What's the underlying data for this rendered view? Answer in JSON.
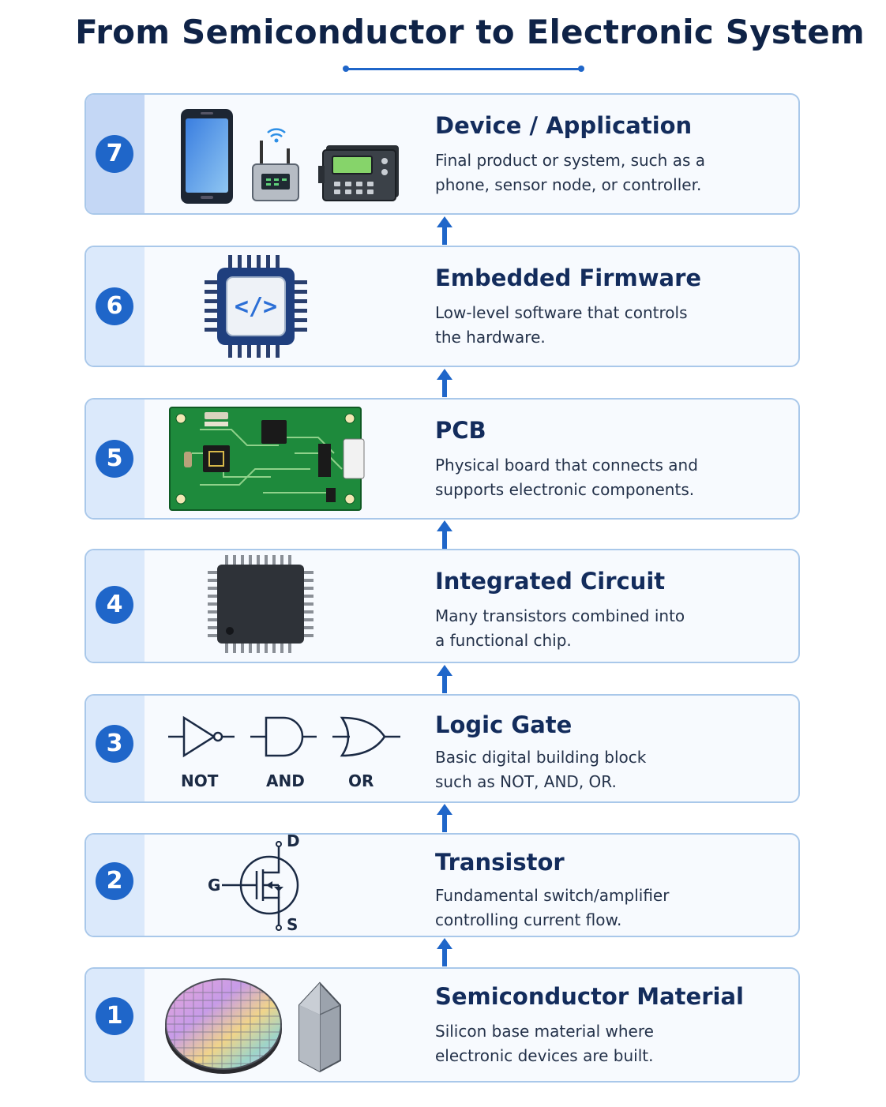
{
  "title": "From Semiconductor to Electronic System",
  "accent_color": "#1f66c9",
  "steps": [
    {
      "number": "7",
      "heading": "Device / Application",
      "desc_line1": "Final product or system, such as a",
      "desc_line2": "phone, sensor node, or controller.",
      "icons": [
        "smartphone-icon",
        "wireless-sensor-icon",
        "controller-icon"
      ]
    },
    {
      "number": "6",
      "heading": "Embedded Firmware",
      "desc_line1": "Low-level software that controls",
      "desc_line2": "the hardware.",
      "icons": [
        "firmware-chip-icon"
      ]
    },
    {
      "number": "5",
      "heading": "PCB",
      "desc_line1": "Physical board that connects and",
      "desc_line2": "supports electronic components.",
      "icons": [
        "pcb-board-icon"
      ]
    },
    {
      "number": "4",
      "heading": "Integrated Circuit",
      "desc_line1": "Many transistors combined into",
      "desc_line2": "a functional chip.",
      "icons": [
        "ic-chip-icon"
      ]
    },
    {
      "number": "3",
      "heading": "Logic Gate",
      "desc_line1": "Basic digital building block",
      "desc_line2": "such as NOT, AND, OR.",
      "icons": [
        "not-gate-icon",
        "and-gate-icon",
        "or-gate-icon"
      ],
      "gate_labels": [
        "NOT",
        "AND",
        "OR"
      ]
    },
    {
      "number": "2",
      "heading": "Transistor",
      "desc_line1": "Fundamental switch/amplifier",
      "desc_line2": "controlling current flow.",
      "icons": [
        "mosfet-symbol-icon"
      ],
      "terminals": [
        "G",
        "D",
        "S"
      ]
    },
    {
      "number": "1",
      "heading": "Semiconductor Material",
      "desc_line1": "Silicon base material where",
      "desc_line2": "electronic devices are built.",
      "icons": [
        "silicon-wafer-icon",
        "silicon-crystal-icon"
      ]
    }
  ]
}
